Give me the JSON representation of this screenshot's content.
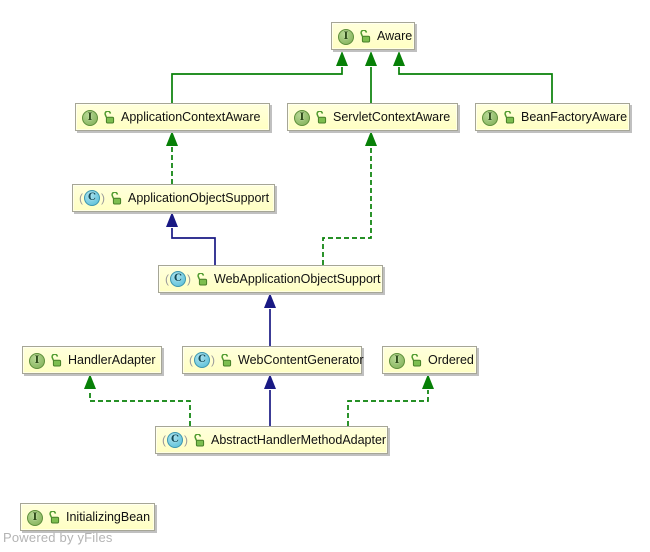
{
  "watermark": "Powered by yFiles",
  "icon_letters": {
    "interface": "I",
    "class": "C"
  },
  "colors": {
    "node_fill": "#FFFFCC",
    "node_border": "#A6A696",
    "interface_edge_green": "#078007",
    "class_edge_blue": "#191984",
    "interface_icon_green": "#7FAE55",
    "class_icon_cyan": "#54BCD6",
    "lock_green": "#4E9A2E",
    "watermark_gray": "#B4B4B4"
  },
  "nodes": [
    {
      "label": "Aware",
      "kind": "interface",
      "visibility": "public"
    },
    {
      "label": "ApplicationContextAware",
      "kind": "interface",
      "visibility": "public"
    },
    {
      "label": "ServletContextAware",
      "kind": "interface",
      "visibility": "public"
    },
    {
      "label": "BeanFactoryAware",
      "kind": "interface",
      "visibility": "public"
    },
    {
      "label": "ApplicationObjectSupport",
      "kind": "abstract-class",
      "visibility": "public"
    },
    {
      "label": "WebApplicationObjectSupport",
      "kind": "abstract-class",
      "visibility": "public"
    },
    {
      "label": "HandlerAdapter",
      "kind": "interface",
      "visibility": "public"
    },
    {
      "label": "WebContentGenerator",
      "kind": "abstract-class",
      "visibility": "public"
    },
    {
      "label": "Ordered",
      "kind": "interface",
      "visibility": "public"
    },
    {
      "label": "AbstractHandlerMethodAdapter",
      "kind": "abstract-class",
      "visibility": "public"
    },
    {
      "label": "InitializingBean",
      "kind": "interface",
      "visibility": "public"
    }
  ],
  "edges": [
    {
      "from": "ApplicationContextAware",
      "to": "Aware",
      "relation": "extends",
      "line": "solid",
      "color": "green"
    },
    {
      "from": "ServletContextAware",
      "to": "Aware",
      "relation": "extends",
      "line": "solid",
      "color": "green"
    },
    {
      "from": "BeanFactoryAware",
      "to": "Aware",
      "relation": "extends",
      "line": "solid",
      "color": "green"
    },
    {
      "from": "ApplicationObjectSupport",
      "to": "ApplicationContextAware",
      "relation": "implements",
      "line": "dashed",
      "color": "green"
    },
    {
      "from": "WebApplicationObjectSupport",
      "to": "ServletContextAware",
      "relation": "implements",
      "line": "dashed",
      "color": "green"
    },
    {
      "from": "WebApplicationObjectSupport",
      "to": "ApplicationObjectSupport",
      "relation": "extends",
      "line": "solid",
      "color": "blue"
    },
    {
      "from": "WebContentGenerator",
      "to": "WebApplicationObjectSupport",
      "relation": "extends",
      "line": "solid",
      "color": "blue"
    },
    {
      "from": "AbstractHandlerMethodAdapter",
      "to": "WebContentGenerator",
      "relation": "extends",
      "line": "solid",
      "color": "blue"
    },
    {
      "from": "AbstractHandlerMethodAdapter",
      "to": "HandlerAdapter",
      "relation": "implements",
      "line": "dashed",
      "color": "green"
    },
    {
      "from": "AbstractHandlerMethodAdapter",
      "to": "Ordered",
      "relation": "implements",
      "line": "dashed",
      "color": "green"
    }
  ]
}
